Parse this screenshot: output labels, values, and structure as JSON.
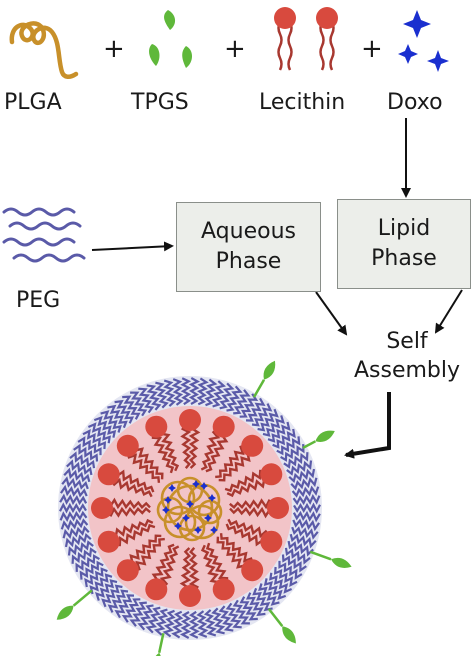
{
  "components": [
    {
      "label": "PLGA",
      "icon": "plga-coil-icon"
    },
    {
      "label": "TPGS",
      "icon": "tpgs-leaf-icon"
    },
    {
      "label": "Lecithin",
      "icon": "lecithin-lipid-icon"
    },
    {
      "label": "Doxo",
      "icon": "doxo-star-icon"
    }
  ],
  "plus_symbol": "+",
  "peg": {
    "label": "PEG",
    "icon": "peg-wave-icon"
  },
  "aqueous_phase": {
    "line1": "Aqueous",
    "line2": "Phase"
  },
  "lipid_phase": {
    "line1": "Lipid",
    "line2": "Phase"
  },
  "self_assembly": {
    "line1": "Self",
    "line2": "Assembly"
  },
  "colors": {
    "plga": "#c8902a",
    "tpgs": "#5fb83a",
    "lecithin_head": "#d84a3e",
    "lecithin_tail": "#a83830",
    "doxo": "#1a2fcf",
    "peg": "#5a5aa8",
    "core_pink": "#f2c4c8",
    "box_fill": "#eceeea",
    "arrow": "#111111"
  }
}
